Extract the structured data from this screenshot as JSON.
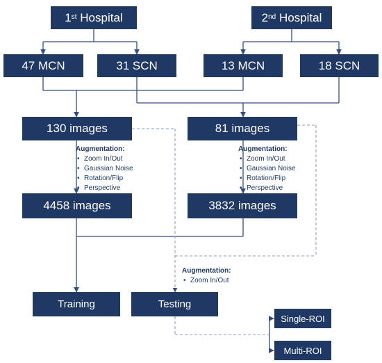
{
  "hospitals": [
    {
      "num": "1",
      "sup": "st",
      "label": "Hospital"
    },
    {
      "num": "2",
      "sup": "nd",
      "label": "Hospital"
    }
  ],
  "counts": [
    "47 MCN",
    "31 SCN",
    "13 MCN",
    "18 SCN"
  ],
  "images": [
    "130 images",
    "81 images"
  ],
  "augmented": [
    "4458 images",
    "3832 images"
  ],
  "augmentation": {
    "title": "Augmentation:",
    "items": [
      "Zoom In/Out",
      "Gaussian Noise",
      "Rotation/Flip",
      "Perspective"
    ]
  },
  "augmentation_test": {
    "title": "Augmentation:",
    "items": [
      "Zoom In/Out"
    ]
  },
  "training": "Training",
  "testing": "Testing",
  "roi": [
    "Single-ROI",
    "Multi-ROI"
  ],
  "colors": {
    "box": "#1f3864",
    "line": "#3b5a8c",
    "dashed": "#8e9cc8"
  }
}
